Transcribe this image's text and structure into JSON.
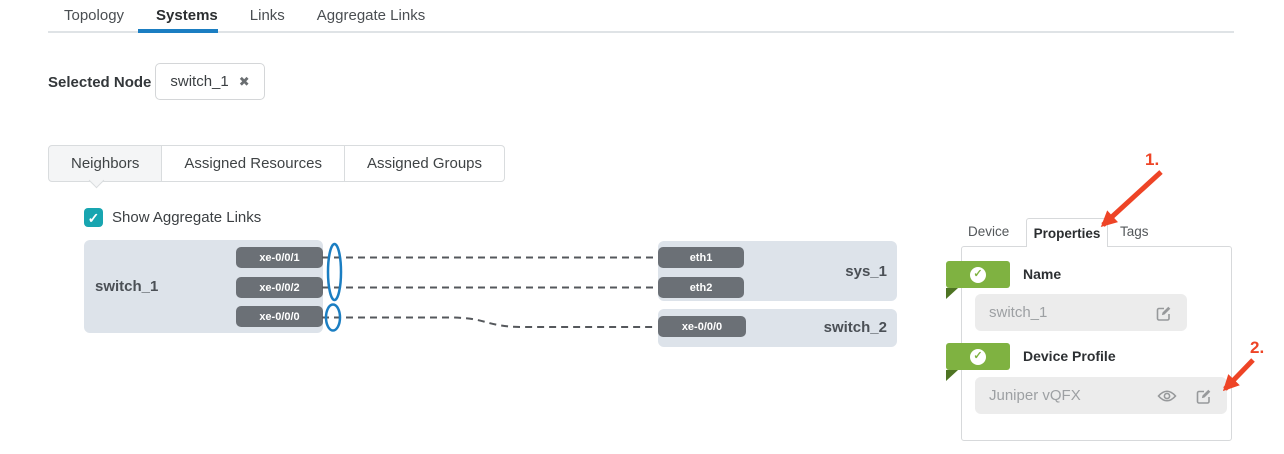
{
  "header": {
    "tabs": [
      {
        "label": "Topology",
        "active": false
      },
      {
        "label": "Systems",
        "active": true
      },
      {
        "label": "Links",
        "active": false
      },
      {
        "label": "Aggregate Links",
        "active": false
      }
    ]
  },
  "selected_node": {
    "label": "Selected Node",
    "value": "switch_1",
    "remove_icon": "✖"
  },
  "subtabs": [
    {
      "label": "Neighbors",
      "active": true
    },
    {
      "label": "Assigned Resources",
      "active": false
    },
    {
      "label": "Assigned Groups",
      "active": false
    }
  ],
  "aggregate_toggle": {
    "label": "Show Aggregate Links",
    "checked": true,
    "check_glyph": "✓"
  },
  "diagram": {
    "switch1": {
      "name": "switch_1",
      "ports": [
        "xe-0/0/1",
        "xe-0/0/2",
        "xe-0/0/0"
      ]
    },
    "sys1": {
      "name": "sys_1",
      "ports": [
        "eth1",
        "eth2"
      ]
    },
    "switch2": {
      "name": "switch_2",
      "ports": [
        "xe-0/0/0"
      ]
    },
    "links": [
      {
        "from": "switch_1:xe-0/0/1",
        "to": "sys_1:eth1",
        "aggregate": true
      },
      {
        "from": "switch_1:xe-0/0/2",
        "to": "sys_1:eth2",
        "aggregate": true
      },
      {
        "from": "switch_1:xe-0/0/0",
        "to": "switch_2:xe-0/0/0",
        "aggregate": false
      }
    ]
  },
  "panel": {
    "tabs": [
      {
        "label": "Device",
        "active": false
      },
      {
        "label": "Properties",
        "active": true
      },
      {
        "label": "Tags",
        "active": false
      }
    ],
    "sections": [
      {
        "title": "Name",
        "value": "switch_1",
        "status": "valid",
        "check_glyph": "✓"
      },
      {
        "title": "Device Profile",
        "value": "Juniper vQFX",
        "status": "valid",
        "check_glyph": "✓"
      }
    ]
  },
  "annotations": {
    "step1": "1.",
    "step2": "2."
  },
  "colors": {
    "accent_blue": "#1b7ec2",
    "teal": "#18a5b0",
    "green": "#7fb241",
    "green_dark": "#4e7423",
    "red": "#ee4426",
    "port_gray": "#6b7076",
    "node_bg": "#dde3ea",
    "dash_gray": "#55585c"
  }
}
